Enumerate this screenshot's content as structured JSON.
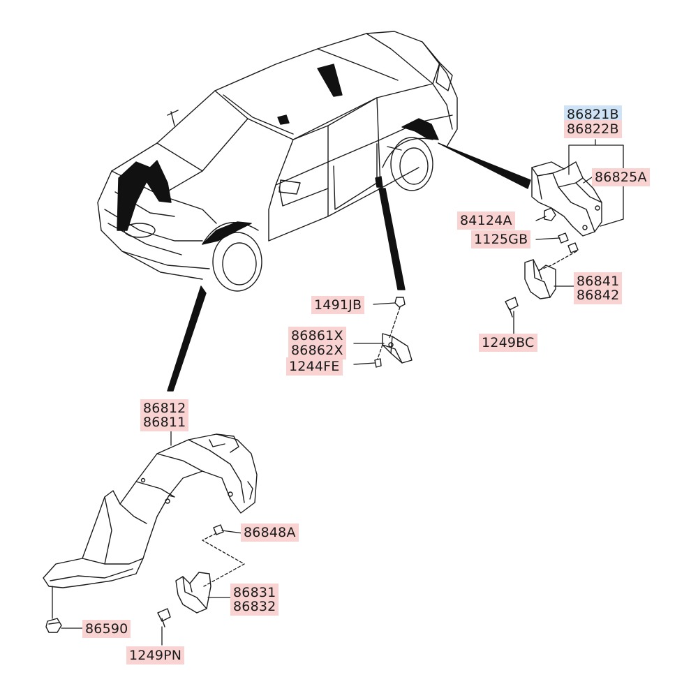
{
  "colors": {
    "label_background": "#f9d2d2",
    "selected_label_background": "#cfe3f7",
    "line": "#1a1a1a",
    "background": "#ffffff"
  },
  "parts": {
    "p86821B": "86821B",
    "p86822B": "86822B",
    "p86825A": "86825A",
    "p84124A": "84124A",
    "p1125GB": "1125GB",
    "p86841": "86841",
    "p86842": "86842",
    "p1249BC": "1249BC",
    "p1491JB": "1491JB",
    "p86861X": "86861X",
    "p86862X": "86862X",
    "p1244FE": "1244FE",
    "p86812": "86812",
    "p86811": "86811",
    "p86848A": "86848A",
    "p86831": "86831",
    "p86832": "86832",
    "p86590": "86590",
    "p1249PN": "1249PN"
  },
  "selected_part": "86821B"
}
